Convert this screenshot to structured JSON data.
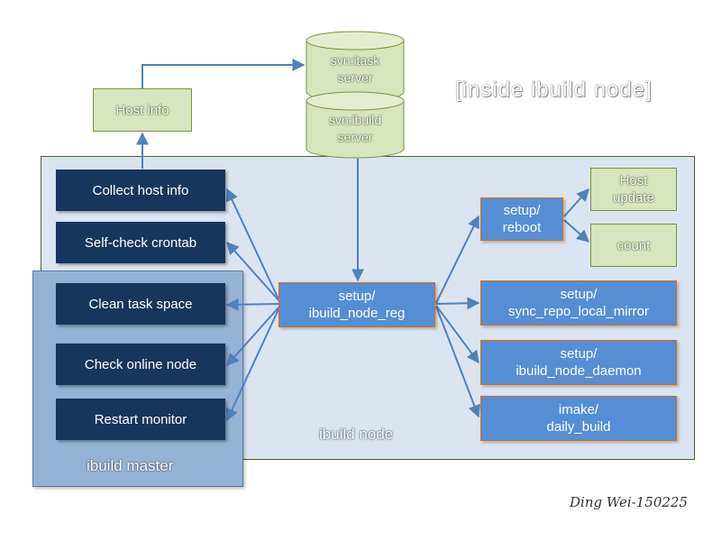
{
  "title": "[inside ibuild node]",
  "signature": "Ding Wei-150225",
  "regions": {
    "ibuild_node": "ibuild node",
    "ibuild_master": "ibuild master"
  },
  "host_info": "Host info",
  "servers": {
    "task_line1": "svn:itask",
    "task_line2": "server",
    "build_line1": "svn:ibuild",
    "build_line2": "server"
  },
  "master_boxes": {
    "collect_host_info": "Collect host info",
    "self_check_crontab": "Self-check crontab",
    "clean_task_space": "Clean task space",
    "check_online_node": "Check online node",
    "restart_monitor": "Restart monitor"
  },
  "center": {
    "line1": "setup/",
    "line2": "ibuild_node_reg"
  },
  "reboot": {
    "line1": "setup/",
    "line2": "reboot"
  },
  "host_update": {
    "line1": "Host",
    "line2": "update"
  },
  "count": "count",
  "sync_repo": {
    "line1": "setup/",
    "line2": "sync_repo_local_mirror"
  },
  "node_daemon": {
    "line1": "setup/",
    "line2": "ibuild_node_daemon"
  },
  "daily_build": {
    "line1": "imake/",
    "line2": "daily_build"
  },
  "colors": {
    "dark_box": "#17365d",
    "blue_box": "#558ed5",
    "blue_border": "#e36c09",
    "green_box": "#d7e4bd",
    "arrow": "#4f81bd",
    "node_region": "#dbe5f1",
    "master_region": "#95b3d7"
  }
}
